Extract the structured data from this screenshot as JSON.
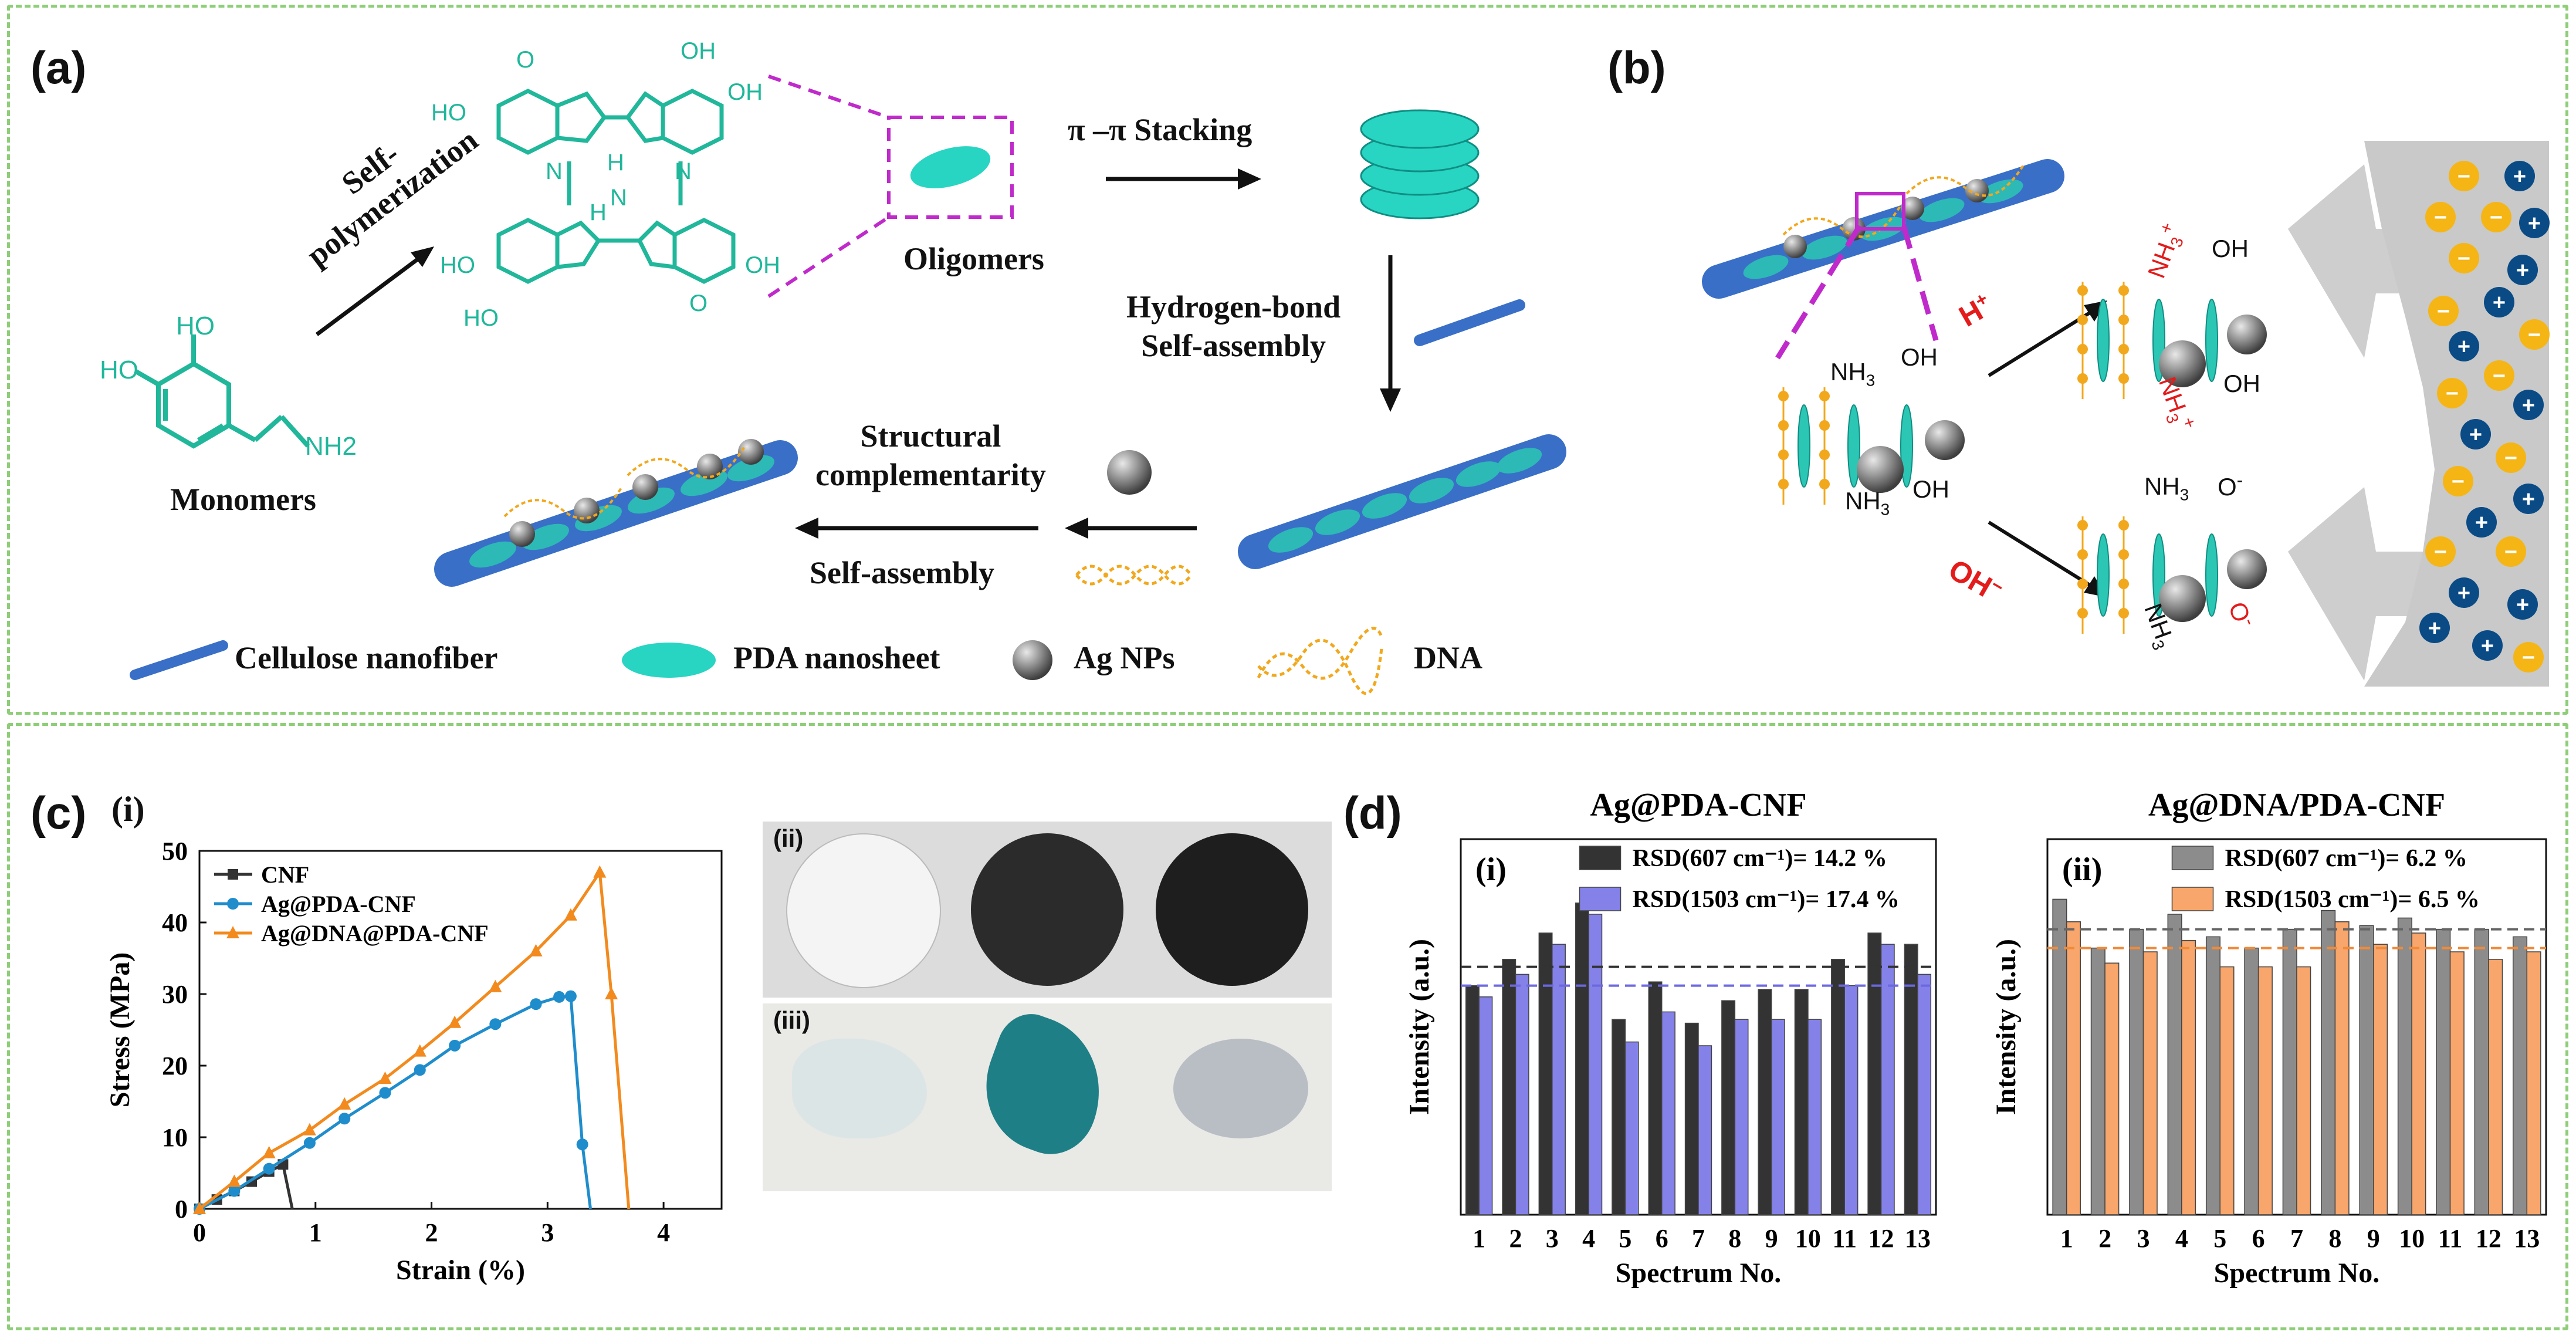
{
  "panel_labels": {
    "a": "(a)",
    "b": "(b)",
    "c": "(c)",
    "d": "(d)"
  },
  "panel_a": {
    "self_polymerization": [
      "Self-",
      "polymerization"
    ],
    "monomers": "Monomers",
    "oligomers": "Oligomers",
    "pi_stacking": "π –π Stacking",
    "hydrogen_bond": [
      "Hydrogen-bond",
      "Self-assembly"
    ],
    "structural": [
      "Structural",
      "complementarity"
    ],
    "self_assembly": "Self-assembly",
    "monomer_groups": {
      "ho1": "HO",
      "ho2": "HO",
      "nh2": "NH2"
    },
    "oligomer_groups": {
      "oh1": "OH",
      "oh2": "OH",
      "ho1": "HO",
      "o1": "O",
      "nh1": "N",
      "h1": "H",
      "n2": "N",
      "oh3": "OH",
      "ho2": "HO",
      "oh4": "HO",
      "o2": "O",
      "h2": "H",
      "n3": "N"
    },
    "legend": [
      {
        "name": "Cellulose nanofiber",
        "icon": "nanofiber-icon"
      },
      {
        "name": "PDA nanosheet",
        "icon": "nanosheet-icon"
      },
      {
        "name": "Ag NPs",
        "icon": "silver-nanoparticle-icon"
      },
      {
        "name": "DNA",
        "icon": "dna-helix-icon"
      }
    ]
  },
  "panel_b": {
    "h_plus": "H",
    "h_plus_sup": "+",
    "oh_minus": "OH",
    "oh_minus_sup": "−",
    "center_groups": {
      "nh3_top": "NH",
      "nh3_top_sub": "3",
      "oh_top": "OH",
      "nh3_bottom": "NH",
      "nh3_bottom_sub": "3",
      "oh_bottom": "OH"
    },
    "acid_groups": {
      "nh3_top": "NH",
      "nh3_top_sub": "3",
      "nh3_top_sup": "+",
      "oh_top": "OH",
      "nh3_bottom": "NH",
      "nh3_bottom_sub": "3",
      "nh3_bottom_sup": "+",
      "oh_bottom": "OH"
    },
    "base_groups": {
      "nh3_top": "NH",
      "nh3_top_sub": "3",
      "o_top": "O",
      "o_top_sup": "-",
      "nh3_bottom": "NH",
      "nh3_bottom_sub": "3",
      "o_bottom": "O",
      "o_bottom_sup": "-"
    },
    "ion_colors": {
      "negative": "#f5b515",
      "positive": "#0a4b86"
    }
  },
  "panel_c": {
    "i_label": "(i)",
    "ii_label": "(ii)",
    "iii_label": "(iii)",
    "photo_colors": [
      "#e6e6e6",
      "#2b2b2b",
      "#1e1e1e"
    ],
    "film_colors": [
      "#d8e4e6",
      "#1f7f86",
      "#b9bec4"
    ]
  },
  "chart_data": [
    {
      "type": "line",
      "xlabel": "Strain (%)",
      "ylabel": "Stress (MPa)",
      "xlim": [
        0,
        4.5
      ],
      "ylim": [
        0,
        50
      ],
      "xticks": [
        "0",
        "1",
        "2",
        "3",
        "4"
      ],
      "yticks": [
        "0",
        "10",
        "20",
        "30",
        "40",
        "50"
      ],
      "legend_position": "top-left",
      "series": [
        {
          "name": "CNF",
          "color": "#333333",
          "marker": "square",
          "x": [
            0,
            0.15,
            0.3,
            0.45,
            0.6,
            0.72,
            0.8
          ],
          "y": [
            0,
            1.3,
            2.5,
            3.8,
            5.2,
            6.2,
            0
          ]
        },
        {
          "name": "Ag@PDA-CNF",
          "color": "#1f8dcc",
          "marker": "circle",
          "x": [
            0,
            0.3,
            0.6,
            0.95,
            1.25,
            1.6,
            1.9,
            2.2,
            2.55,
            2.9,
            3.1,
            3.2,
            3.3,
            3.37
          ],
          "y": [
            0,
            2.5,
            5.6,
            9.2,
            12.6,
            16.2,
            19.4,
            22.8,
            25.8,
            28.6,
            29.6,
            29.7,
            9,
            0
          ]
        },
        {
          "name": "Ag@DNA@PDA-CNF",
          "color": "#f28a1e",
          "marker": "triangle",
          "x": [
            0,
            0.3,
            0.6,
            0.95,
            1.25,
            1.6,
            1.9,
            2.2,
            2.55,
            2.9,
            3.2,
            3.45,
            3.55,
            3.7
          ],
          "y": [
            0,
            3.8,
            7.8,
            11.0,
            14.6,
            18.2,
            22.0,
            26.0,
            31.0,
            36.0,
            41.0,
            47.0,
            30,
            0
          ]
        }
      ]
    },
    {
      "type": "bar",
      "title": "Ag@PDA-CNF",
      "sub_label": "(i)",
      "xlabel": "Spectrum No.",
      "ylabel": "Intensity (a.u.)",
      "ylim": [
        0,
        1
      ],
      "categories": [
        "1",
        "2",
        "3",
        "4",
        "5",
        "6",
        "7",
        "8",
        "9",
        "10",
        "11",
        "12",
        "13"
      ],
      "series": [
        {
          "name": "RSD(607 cm⁻¹)= 14.2 %",
          "color": "#333333",
          "values": [
            0.61,
            0.68,
            0.75,
            0.83,
            0.52,
            0.62,
            0.51,
            0.57,
            0.6,
            0.6,
            0.68,
            0.75,
            0.72
          ]
        },
        {
          "name": "RSD(1503 cm⁻¹)= 17.4 %",
          "color": "#8481e9",
          "values": [
            0.58,
            0.64,
            0.72,
            0.8,
            0.46,
            0.54,
            0.45,
            0.52,
            0.52,
            0.52,
            0.61,
            0.72,
            0.64
          ]
        }
      ],
      "reference_lines": [
        {
          "value": 0.66,
          "color": "#333333"
        },
        {
          "value": 0.61,
          "color": "#6c68e0"
        }
      ]
    },
    {
      "type": "bar",
      "title": "Ag@DNA/PDA-CNF",
      "sub_label": "(ii)",
      "xlabel": "Spectrum No.",
      "ylabel": "Intensity (a.u.)",
      "ylim": [
        0,
        1
      ],
      "categories": [
        "1",
        "2",
        "3",
        "4",
        "5",
        "6",
        "7",
        "8",
        "9",
        "10",
        "11",
        "12",
        "13"
      ],
      "series": [
        {
          "name": "RSD(607 cm⁻¹)= 6.2 %",
          "color": "#8c8c8c",
          "values": [
            0.84,
            0.71,
            0.76,
            0.8,
            0.74,
            0.71,
            0.76,
            0.81,
            0.77,
            0.79,
            0.76,
            0.76,
            0.74
          ]
        },
        {
          "name": "RSD(1503 cm⁻¹)= 6.5 %",
          "color": "#f8a66b",
          "values": [
            0.78,
            0.67,
            0.7,
            0.73,
            0.66,
            0.66,
            0.66,
            0.78,
            0.72,
            0.75,
            0.7,
            0.68,
            0.7
          ]
        }
      ],
      "reference_lines": [
        {
          "value": 0.76,
          "color": "#666666"
        },
        {
          "value": 0.71,
          "color": "#f08a3a"
        }
      ]
    }
  ]
}
